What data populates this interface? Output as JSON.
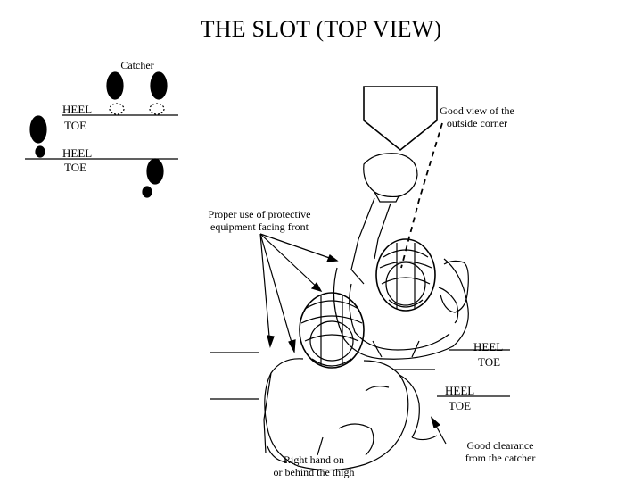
{
  "title": "THE SLOT (TOP VIEW)",
  "inset": {
    "catcher_label": "Catcher",
    "row1": {
      "heel": "HEEL",
      "toe": "TOE"
    },
    "row2": {
      "heel": "HEEL",
      "toe": "TOE"
    }
  },
  "callouts": {
    "outside_corner": [
      "Good view of the",
      "outside corner"
    ],
    "protective_equipment": [
      "Proper use of protective",
      "equipment facing front"
    ],
    "right_hand": [
      "Right hand on",
      "or behind the thigh"
    ],
    "clearance": [
      "Good clearance",
      "from the catcher"
    ]
  },
  "main_labels": {
    "catcher_feet": {
      "heel": "HEEL",
      "toe": "TOE"
    },
    "umpire_feet": {
      "heel": "HEEL",
      "toe": "TOE"
    }
  },
  "colors": {
    "ink": "#000000",
    "paper": "#ffffff"
  }
}
